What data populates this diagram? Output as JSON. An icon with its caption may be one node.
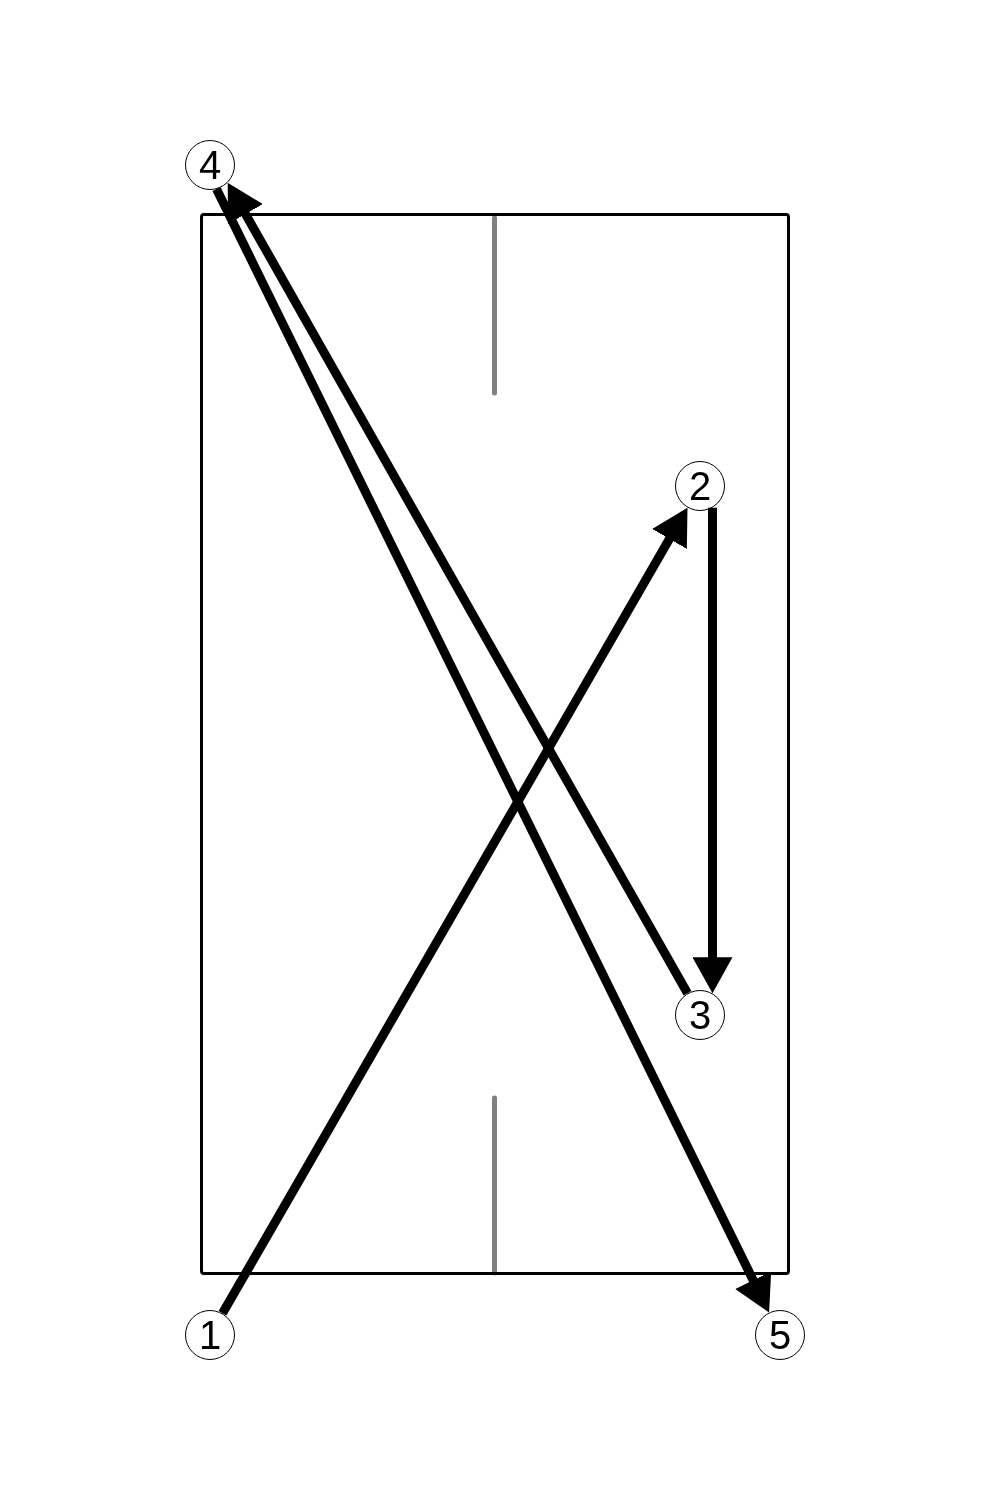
{
  "diagram": {
    "nodes": [
      {
        "text": [],
        "shape": "box"
      },
      {
        "text": [
          "1"
        ]
      },
      {
        "text": [
          "2"
        ],
        "in": 0
      },
      {
        "text": [
          "3"
        ],
        "in": 0
      },
      {
        "text": [
          "4"
        ]
      },
      {
        "text": [
          "5"
        ]
      }
    ],
    "edges": [
      {
        "from": 1,
        "to": 2,
        "arrow": "to"
      },
      {
        "from": 2,
        "to": 3,
        "arrow": "to"
      },
      {
        "from": 3,
        "to": 4,
        "arrow": "to"
      },
      {
        "from": 4,
        "to": 5,
        "arrow": "to"
      }
    ]
  }
}
